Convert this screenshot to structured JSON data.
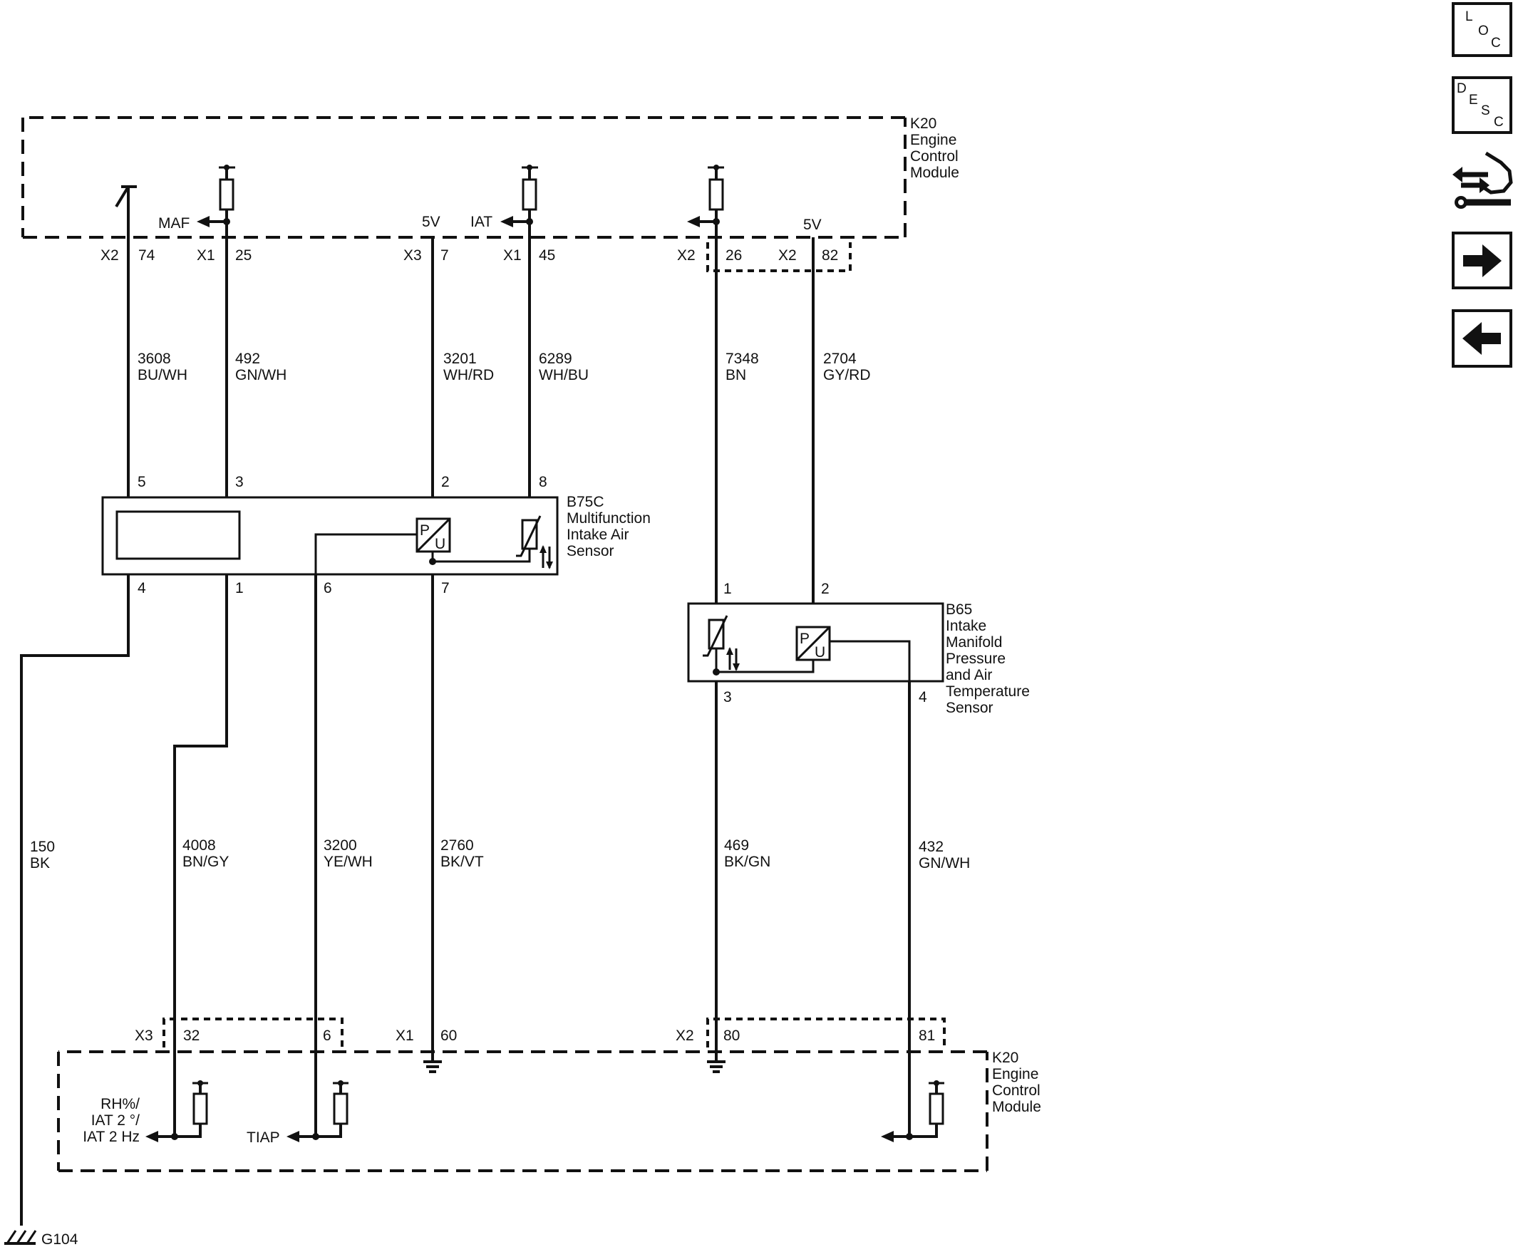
{
  "modules": {
    "ecm_top": [
      "K20",
      "Engine",
      "Control",
      "Module"
    ],
    "ecm_bottom": [
      "K20",
      "Engine",
      "Control",
      "Module"
    ],
    "b75c": [
      "B75C",
      "Multifunction",
      "Intake Air",
      "Sensor"
    ],
    "b65": [
      "B65",
      "Intake",
      "Manifold",
      "Pressure",
      "and Air",
      "Temperature",
      "Sensor"
    ]
  },
  "ecm_top_signals": {
    "maf": "MAF",
    "v5_a": "5V",
    "iat": "IAT",
    "v5_b": "5V"
  },
  "ecm_bottom_signals": {
    "rh": [
      "RH%/",
      "IAT 2 °/",
      "IAT 2 Hz"
    ],
    "tiap": "TIAP"
  },
  "top_connectors": [
    {
      "conn": "X2",
      "pin": "74"
    },
    {
      "conn": "X1",
      "pin": "25"
    },
    {
      "conn": "X3",
      "pin": "7"
    },
    {
      "conn": "X1",
      "pin": "45"
    },
    {
      "conn": "X2",
      "pin": "26"
    },
    {
      "conn": "X2",
      "pin": "82"
    }
  ],
  "bottom_connectors": [
    {
      "conn": "X3",
      "pin": "32"
    },
    {
      "conn": "",
      "pin": "6"
    },
    {
      "conn": "X1",
      "pin": "60"
    },
    {
      "conn": "X2",
      "pin": "80"
    },
    {
      "conn": "",
      "pin": "81"
    }
  ],
  "wires": [
    {
      "circuit": "3608",
      "color": "BU/WH"
    },
    {
      "circuit": "492",
      "color": "GN/WH"
    },
    {
      "circuit": "3201",
      "color": "WH/RD"
    },
    {
      "circuit": "6289",
      "color": "WH/BU"
    },
    {
      "circuit": "7348",
      "color": "BN"
    },
    {
      "circuit": "2704",
      "color": "GY/RD"
    },
    {
      "circuit": "150",
      "color": "BK"
    },
    {
      "circuit": "4008",
      "color": "BN/GY"
    },
    {
      "circuit": "3200",
      "color": "YE/WH"
    },
    {
      "circuit": "2760",
      "color": "BK/VT"
    },
    {
      "circuit": "469",
      "color": "BK/GN"
    },
    {
      "circuit": "432",
      "color": "GN/WH"
    }
  ],
  "b75c_pins": {
    "top": [
      "5",
      "3",
      "2",
      "8"
    ],
    "bottom": [
      "4",
      "1",
      "6",
      "7"
    ]
  },
  "b65_pins": {
    "top": [
      "1",
      "2"
    ],
    "bottom": [
      "3",
      "4"
    ]
  },
  "sensor_letters": {
    "p": "P",
    "u": "U"
  },
  "ground_label": "G104",
  "nav": {
    "loc": [
      "L",
      "O",
      "C"
    ],
    "desc": [
      "D",
      "E",
      "S",
      "C"
    ],
    "icons": [
      "connector-hand-icon",
      "arrow-right-icon",
      "arrow-left-icon"
    ]
  }
}
